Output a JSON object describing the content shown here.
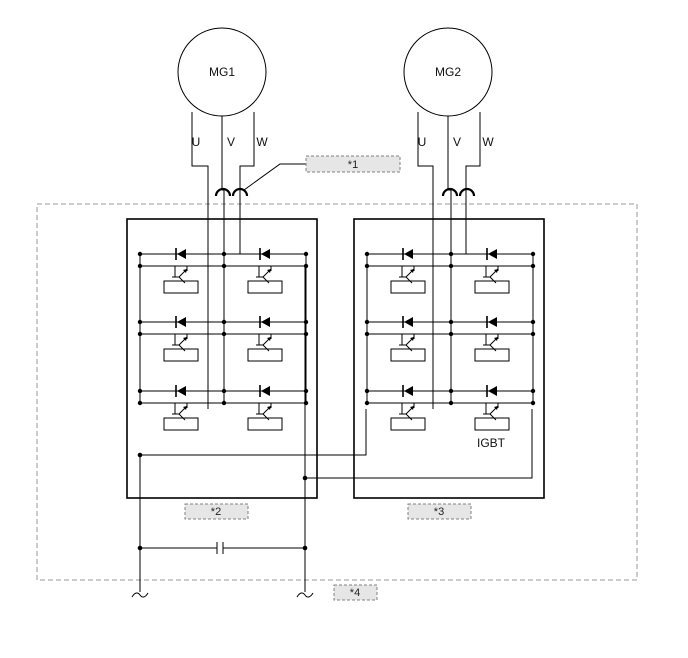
{
  "motors": [
    {
      "name": "MG1",
      "phases": [
        "U",
        "V",
        "W"
      ]
    },
    {
      "name": "MG2",
      "phases": [
        "U",
        "V",
        "W"
      ]
    }
  ],
  "callouts": {
    "c1": "*1",
    "c2": "*2",
    "c3": "*3",
    "c4": "*4"
  },
  "component_label": "IGBT",
  "colors": {
    "line": "#000000",
    "callout_fill": "#e6e6e6",
    "callout_border": "#808080",
    "dashed_box": "#9a9a9a"
  }
}
